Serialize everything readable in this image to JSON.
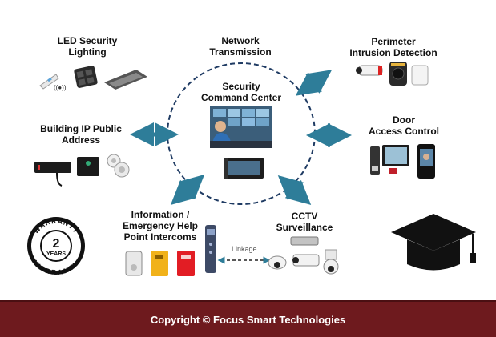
{
  "nodes": {
    "network": [
      "Network",
      "Transmission"
    ],
    "command": [
      "Security",
      "Command Center"
    ],
    "led": [
      "LED Security",
      "Lighting"
    ],
    "perimeter": [
      "Perimeter",
      "Intrusion Detection"
    ],
    "pa": [
      "Building IP Public",
      "Address"
    ],
    "door": [
      "Door",
      "Access Control"
    ],
    "intercom": [
      "Information /",
      "Emergency Help",
      "Point Intercoms"
    ],
    "cctv": [
      "CCTV",
      "Surveillance"
    ]
  },
  "linkage_label": "Linkage",
  "badge": {
    "top": "WARRANTY",
    "bottom": "WARRANTY",
    "number": "2",
    "unit": "YEARS"
  },
  "footer": "Copyright © Focus Smart Technologies",
  "colors": {
    "arrow": "#2e7d99",
    "footer_bg": "#6e1a1e",
    "circle": "#1f3b63"
  },
  "icons": [
    "graduation-cap-icon",
    "led-light-icon",
    "camera-icon",
    "speaker-icon",
    "door-terminal-icon",
    "intercom-icon",
    "monitor-icon"
  ]
}
